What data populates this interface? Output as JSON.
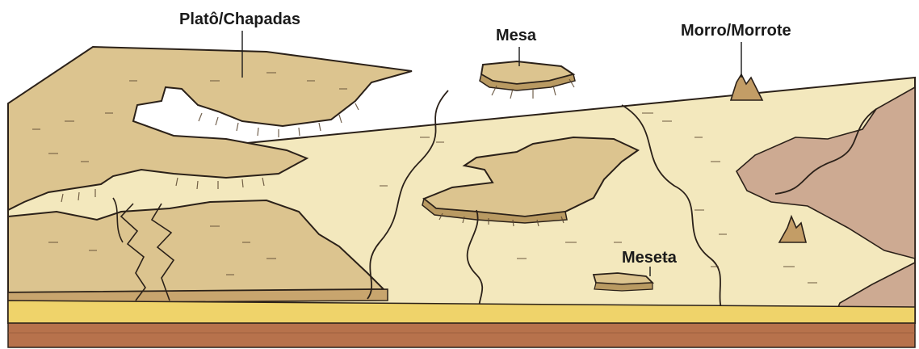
{
  "diagram": {
    "labels": {
      "plato": "Platô/Chapadas",
      "mesa": "Mesa",
      "morro": "Morro/Morrote",
      "meseta": "Meseta"
    },
    "colors": {
      "plateau_surface": "#dcc48f",
      "valley_floor": "#f3e8bd",
      "dry_plain": "#cdaa92",
      "sediment_layer": "#efd36a",
      "bedrock_layer": "#b7724c",
      "linework": "#2b2119"
    }
  }
}
